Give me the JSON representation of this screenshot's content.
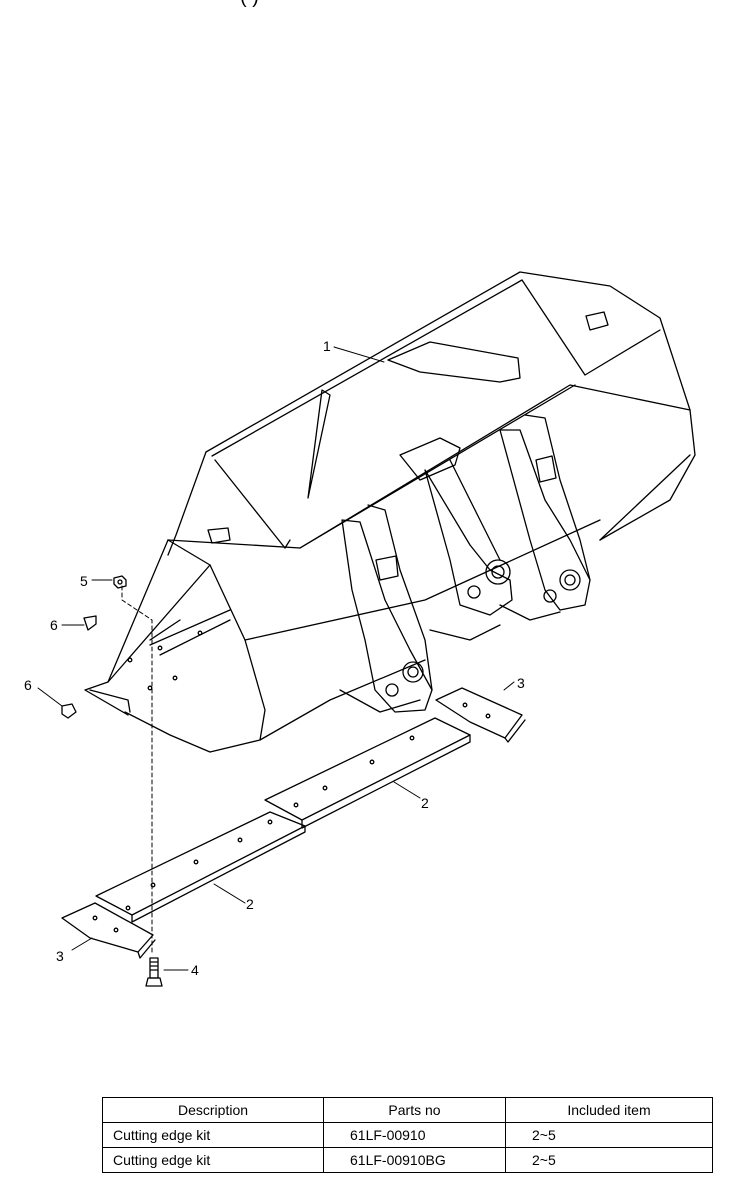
{
  "header_fragment": "(          )",
  "diagram": {
    "callouts": [
      "1",
      "2",
      "2",
      "3",
      "3",
      "4",
      "5",
      "6",
      "6"
    ]
  },
  "table": {
    "headers": [
      "Description",
      "Parts no",
      "Included item"
    ],
    "rows": [
      {
        "description": "Cutting edge kit",
        "parts_no": "61LF-00910",
        "included": "2~5"
      },
      {
        "description": "Cutting edge kit",
        "parts_no": "61LF-00910BG",
        "included": "2~5"
      }
    ]
  }
}
